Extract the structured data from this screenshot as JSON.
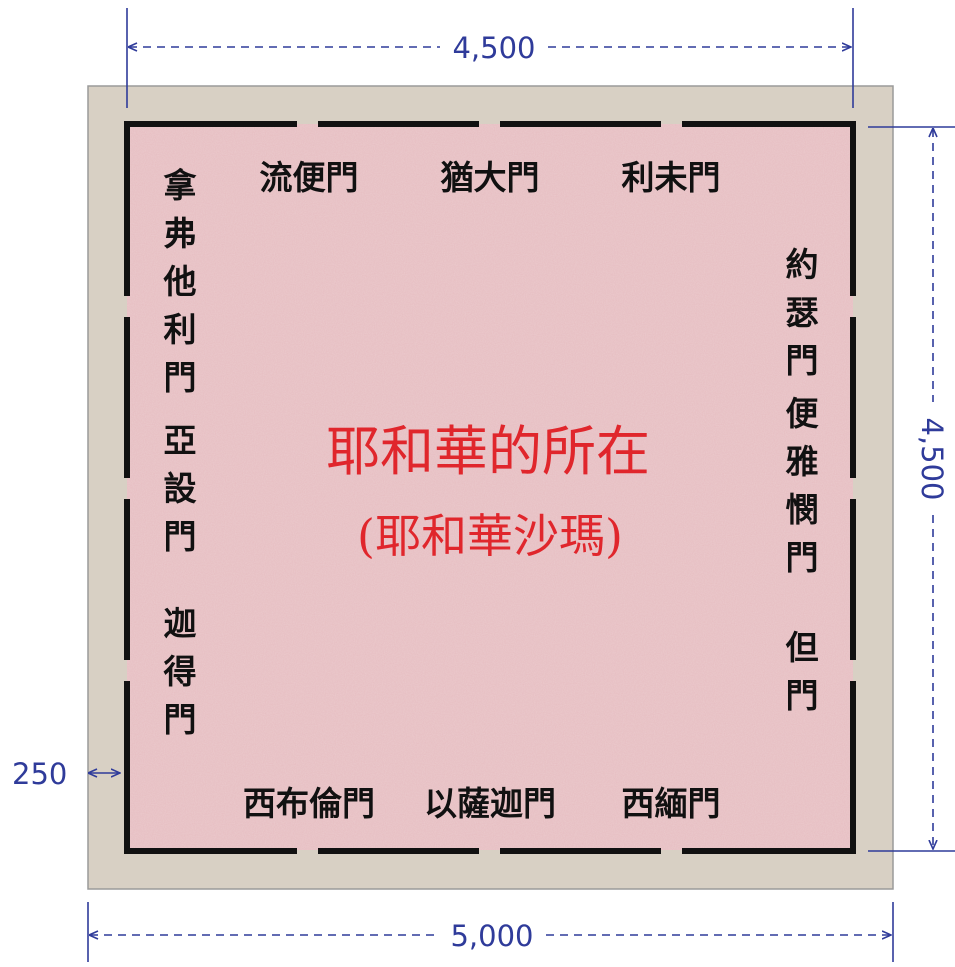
{
  "dimensions": {
    "top_width": "4,500",
    "right_height": "4,500",
    "bottom_width": "5,000",
    "border_width": "250"
  },
  "center": {
    "title": "耶和華的所在",
    "subtitle": "(耶和華沙瑪)"
  },
  "gates": {
    "north": [
      "流便門",
      "猶大門",
      "利未門"
    ],
    "west": [
      "拿弗他利門",
      "亞設門",
      "迦得門"
    ],
    "east": [
      "約瑟門",
      "便雅憫門",
      "但門"
    ],
    "south": [
      "西布倫門",
      "以薩迦門",
      "西緬門"
    ]
  },
  "colors": {
    "outer_border": "#d8d0c4",
    "inner_area": "#e6bcc0",
    "wall": "#111111",
    "dimension": "#2f3b9a",
    "center_text": "#e0262c"
  }
}
